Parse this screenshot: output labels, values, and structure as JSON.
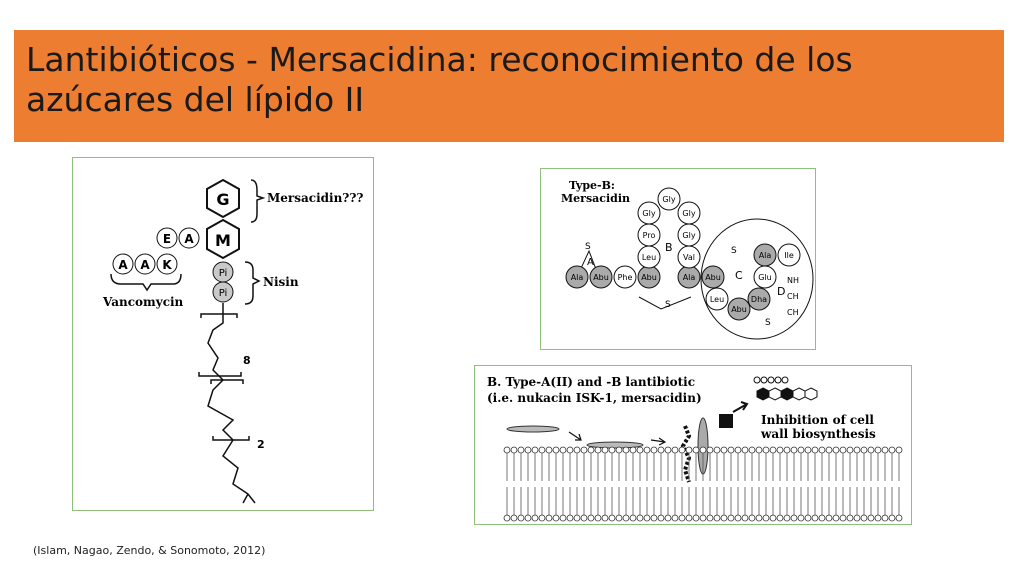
{
  "slide": {
    "title": "Lantibióticos - Mersacidina: reconocimiento de los azúcares del lípido II",
    "citation": "(Islam, Nagao, Zendo, & Sonomoto, 2012)"
  },
  "figure_left": {
    "sugar_g": "G",
    "sugar_m": "M",
    "residues_top": [
      "E",
      "A"
    ],
    "residues_bottom": [
      "A",
      "A",
      "K"
    ],
    "phosphates": [
      "Pi",
      "Pi"
    ],
    "label_mersacidin": "Mersacidin???",
    "label_nisin": "Nisin",
    "label_vancomycin": "Vancomycin",
    "repeat_8": "8",
    "repeat_2": "2"
  },
  "figure_top_right": {
    "title_line1": "Type-B:",
    "title_line2": "Mersacidin",
    "ring_a": "A",
    "ring_b": "B",
    "ring_c": "C",
    "ring_d": "D",
    "sulfur": "S",
    "row": [
      "Ala",
      "Abu",
      "Phe",
      "Abu",
      "Ala",
      "Abu"
    ],
    "column_left": [
      "Gly",
      "Pro",
      "Leu"
    ],
    "column_right": [
      "Gly",
      "Gly",
      "Val"
    ],
    "top_gly": "Gly",
    "ring_c_residues": [
      "Ala",
      "Ile",
      "Glu",
      "Dha",
      "Leu",
      "Abu"
    ],
    "nh_chain": [
      "NH",
      "CH",
      "CH"
    ]
  },
  "figure_bottom_right": {
    "title_line1": "B. Type-A(II)  and  -B lantibiotic",
    "title_line2": "(i.e. nukacin ISK-1,  mersacidin)",
    "inhibition_line1": "Inhibition of cell",
    "inhibition_line2": "wall biosynthesis"
  }
}
